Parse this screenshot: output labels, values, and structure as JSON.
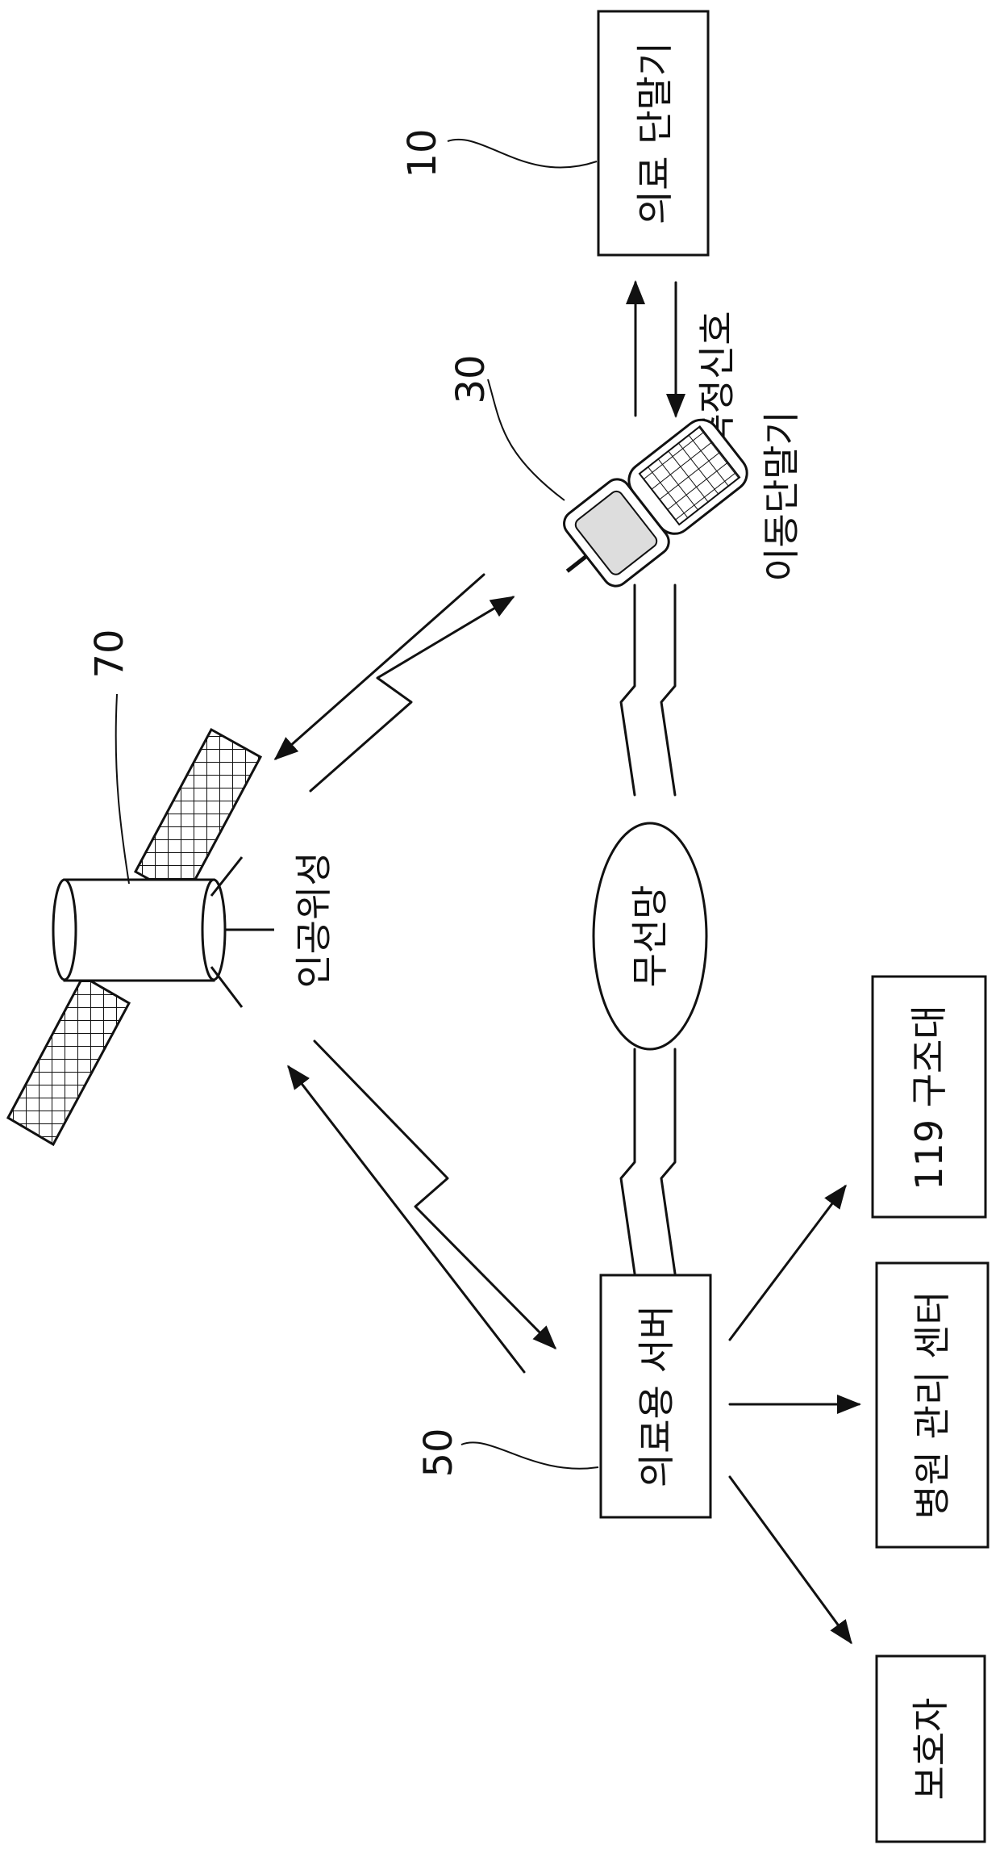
{
  "nodes": {
    "medical_terminal": "의료 단말기",
    "medical_server": "의료용 서버",
    "hospital_center": "병원 관리 센터",
    "rescue_119": "119 구조대",
    "guardian": "보호자"
  },
  "labels": {
    "measurement_signal": "측정신호",
    "mobile_terminal": "이동단말기",
    "satellite": "인공위성",
    "wireless_network": "무선망"
  },
  "refs": {
    "medical_terminal": "10",
    "mobile_terminal": "30",
    "medical_server": "50",
    "satellite": "70"
  }
}
